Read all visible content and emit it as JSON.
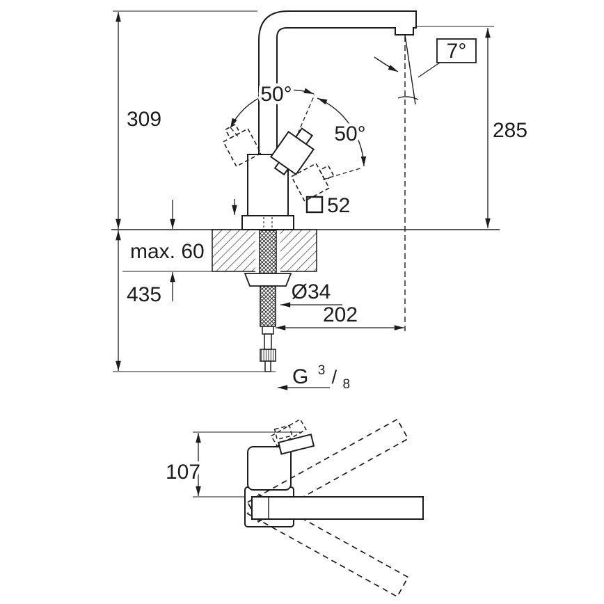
{
  "colors": {
    "line": "#1c1c1c",
    "background": "#ffffff"
  },
  "side_view": {
    "dim_total_height": "309",
    "dim_below_counter": "435",
    "dim_outlet_height": "285",
    "spray_angle": "7°",
    "handle_swing_left": "50°",
    "handle_swing_right": "50°",
    "body_square_size": "52",
    "counter_thickness": "max. 60",
    "hose_diameter": "Ø34",
    "spout_reach": "202",
    "thread_g": "G",
    "thread_numerator": "3",
    "thread_slash": "/",
    "thread_denominator": "8"
  },
  "top_view": {
    "handle_clearance": "107"
  }
}
